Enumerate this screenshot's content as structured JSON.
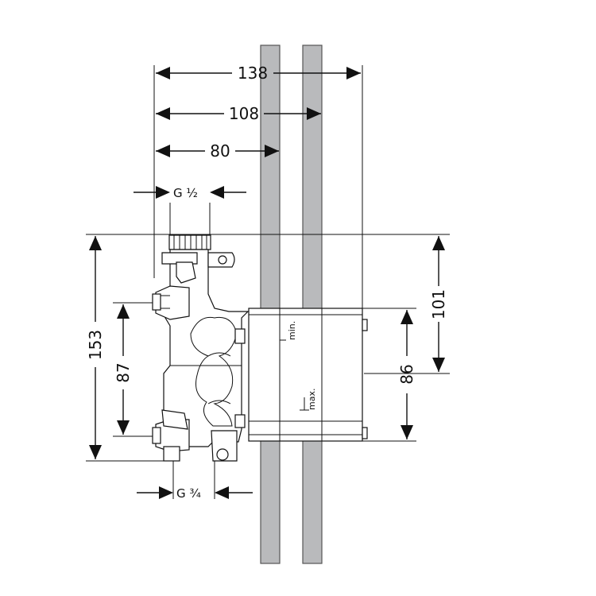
{
  "dimensions": {
    "total_depth": "138",
    "wall_depth": "108",
    "mount_depth": "80",
    "height_total": "153",
    "height_outlets": "87",
    "box_height": "86",
    "top_to_box": "101"
  },
  "threads": {
    "top": "G ½",
    "bottom": "G ¾"
  },
  "labels": {
    "min": "min.",
    "max": "max."
  }
}
